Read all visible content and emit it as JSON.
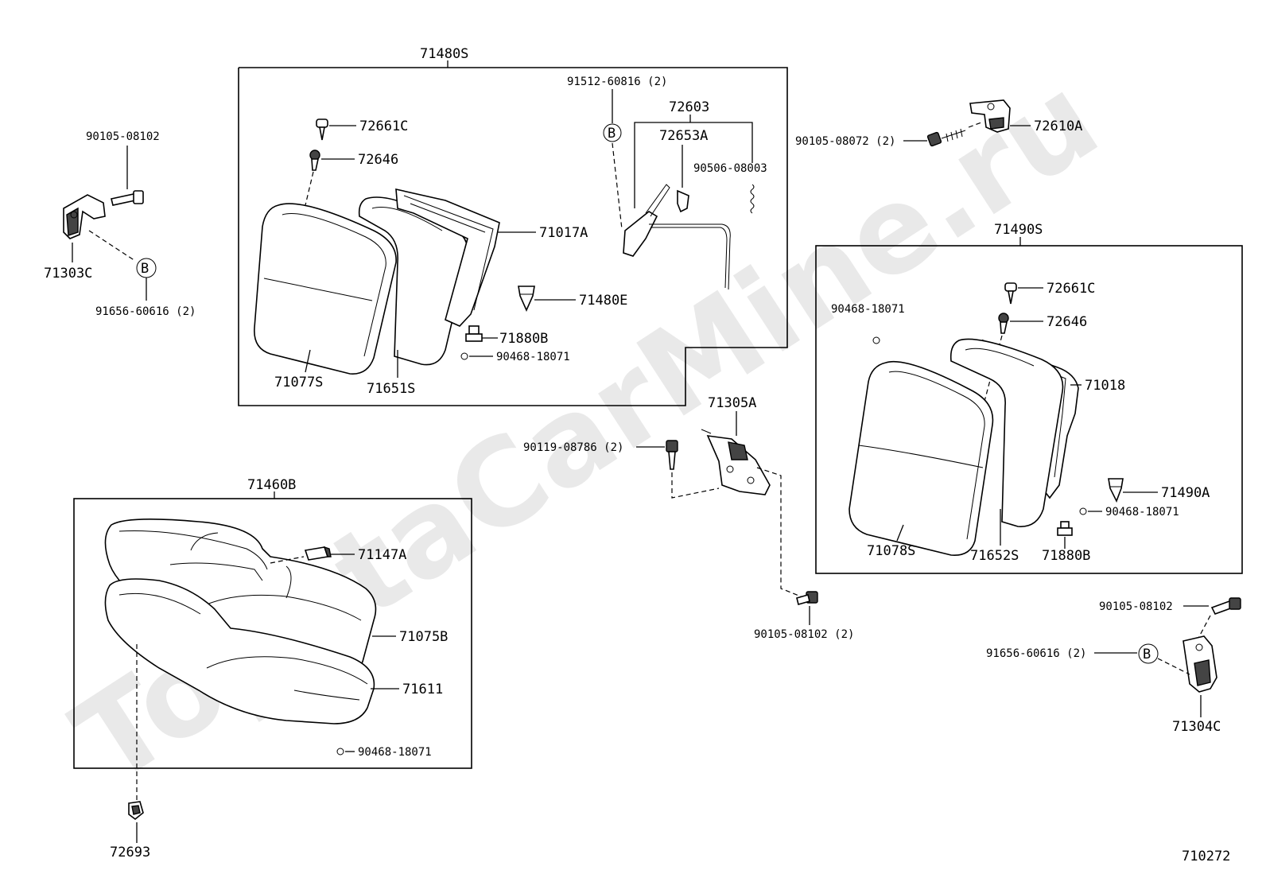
{
  "watermark": "ToyotaCarMine.ru",
  "drawing_number": "710272",
  "callout_letter": "B",
  "groups": {
    "rear_left": "71480S",
    "rear_right": "71490S",
    "cushion": "71460B",
    "sub_72603": "72603"
  },
  "parts": {
    "p90105_08102_a": "90105-08102",
    "p71303C": "71303C",
    "p91656_60616_a": "91656-60616 (2)",
    "p72661C_a": "72661C",
    "p72646_a": "72646",
    "p71017A": "71017A",
    "p71480E": "71480E",
    "p71880B_a": "71880B",
    "p90468_18071_a": "90468-18071",
    "p71077S": "71077S",
    "p71651S": "71651S",
    "p91512_60816": "91512-60816 (2)",
    "p72653A": "72653A",
    "p90506_08003": "90506-08003",
    "p90105_08072": "90105-08072 (2)",
    "p72610A": "72610A",
    "p72661C_b": "72661C",
    "p90468_18071_b": "90468-18071",
    "p72646_b": "72646",
    "p71018": "71018",
    "p71490A": "71490A",
    "p90468_18071_c": "90468-18071",
    "p71078S": "71078S",
    "p71652S": "71652S",
    "p71880B_b": "71880B",
    "p71305A": "71305A",
    "p90119_08786": "90119-08786 (2)",
    "p90105_08102_b": "90105-08102 (2)",
    "p71147A": "71147A",
    "p71075B": "71075B",
    "p71611": "71611",
    "p90468_18071_d": "90468-18071",
    "p72693": "72693",
    "p90105_08102_c": "90105-08102",
    "p91656_60616_b": "91656-60616 (2)",
    "p71304C": "71304C"
  }
}
